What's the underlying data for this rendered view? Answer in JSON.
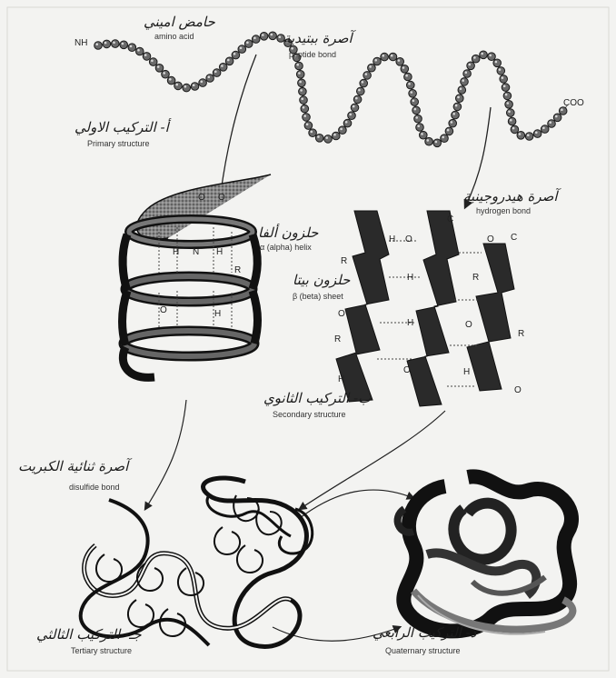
{
  "labels": {
    "amino_acid_ar": "حامض اميني",
    "amino_acid_en": "amino acid",
    "peptide_bond_ar": "آصرة ببتيدية",
    "peptide_bond_en": "peptide bond",
    "primary_ar": "أ- التركيب الاولي",
    "primary_en": "Primary structure",
    "alpha_helix_ar": "حلزون ألفا",
    "alpha_helix_en": "α (alpha) helix",
    "hydrogen_bond_ar": "آصرة هيدروجينية",
    "hydrogen_bond_en": "hydrogen bond",
    "beta_sheet_ar": "حلزون بيتا",
    "beta_sheet_en": "β (beta) sheet",
    "secondary_ar": "ب- التركيب الثانوي",
    "secondary_en": "Secondary structure",
    "disulfide_ar": "آصرة ثنائية الكبريت",
    "disulfide_en": "disulfide bond",
    "tertiary_ar": "جـ- التركيب الثالثي",
    "tertiary_en": "Tertiary structure",
    "quaternary_ar": "د- التركيب الرابعي",
    "quaternary_en": "Quaternary structure"
  },
  "chain_end_labels": {
    "n_terminus": "NH",
    "c_terminus": "COO"
  },
  "atoms": {
    "h": "H",
    "o": "O",
    "n": "N",
    "r": "R",
    "c": "C"
  }
}
